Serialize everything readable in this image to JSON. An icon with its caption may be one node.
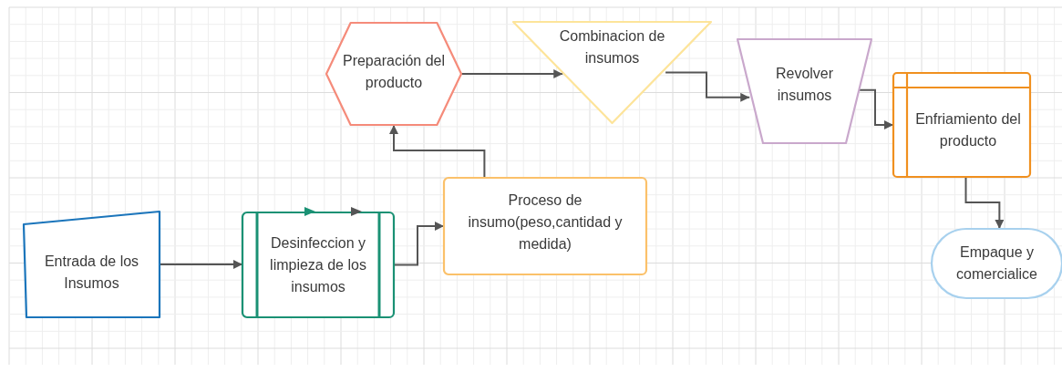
{
  "diagram": {
    "nodes": [
      {
        "text": [
          "Entrada de los Insumos"
        ]
      },
      {
        "text": [
          "Desinfeccion y limpieza de los insumos"
        ]
      },
      {
        "text": [
          "Proceso de insumo(peso,cantidad y medida)"
        ]
      },
      {
        "text": [
          "Preparación del producto"
        ]
      },
      {
        "text": [
          "Combinacion de insumos"
        ]
      },
      {
        "text": [
          "Revolver insumos"
        ]
      },
      {
        "text": [
          "Enfriamiento del producto"
        ]
      },
      {
        "text": [
          "Empaque y comercialice"
        ]
      }
    ],
    "edges": [
      {
        "from": 0,
        "to": 1,
        "arrow": "to"
      },
      {
        "from": 1,
        "to": 2,
        "arrow": "to"
      },
      {
        "from": 2,
        "to": 3,
        "arrow": "to"
      },
      {
        "from": 3,
        "to": 4,
        "arrow": "to"
      },
      {
        "from": 4,
        "to": 5,
        "arrow": "to"
      },
      {
        "from": 5,
        "to": 6,
        "arrow": "to"
      },
      {
        "from": 6,
        "to": 7,
        "arrow": "to"
      }
    ]
  }
}
